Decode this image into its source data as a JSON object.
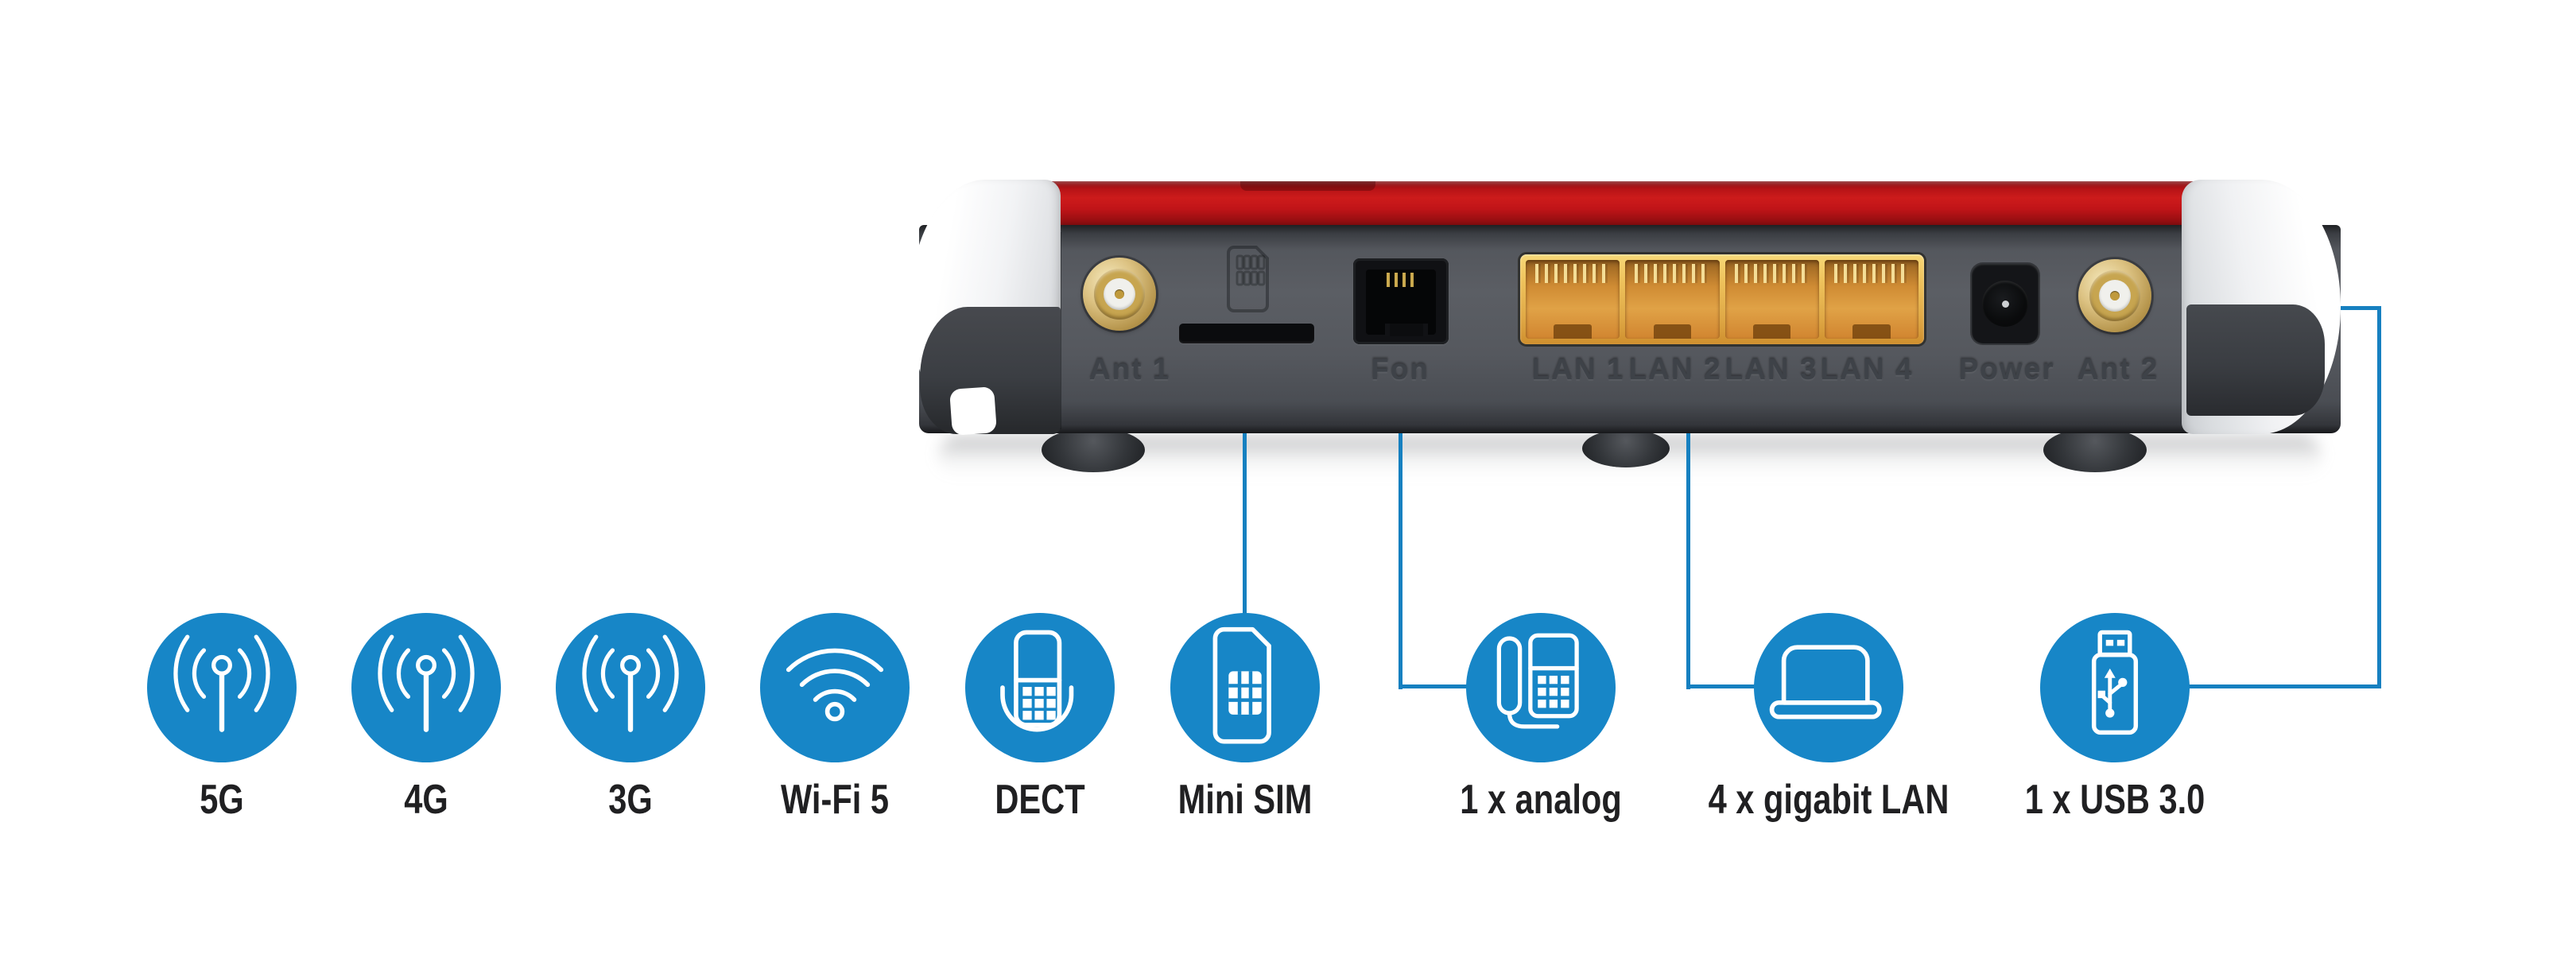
{
  "router": {
    "port_labels": [
      "Ant 1",
      "Fon",
      "LAN 1",
      "LAN 2",
      "LAN 3",
      "LAN 4",
      "Power",
      "Ant 2"
    ]
  },
  "features": [
    {
      "label": "5G",
      "icon": "antenna-signal-icon"
    },
    {
      "label": "4G",
      "icon": "antenna-signal-icon"
    },
    {
      "label": "3G",
      "icon": "antenna-signal-icon"
    },
    {
      "label": "Wi-Fi 5",
      "icon": "wifi-icon"
    },
    {
      "label": "DECT",
      "icon": "cordless-phone-icon"
    },
    {
      "label": "Mini SIM",
      "icon": "sim-card-icon"
    },
    {
      "label": "1 x analog",
      "icon": "desk-phone-icon"
    },
    {
      "label": "4 x gigabit LAN",
      "icon": "laptop-icon"
    },
    {
      "label": "1 x USB 3.0",
      "icon": "usb-stick-icon"
    }
  ],
  "colors": {
    "accent_blue": "#1786C7",
    "line_blue": "#1680C0",
    "brand_red": "#C01418",
    "body_gray": "#55585E",
    "side_gray": "#3C3F44",
    "lan_frame_yellow": "#F0C75F",
    "lan_port_orange": "#DD9A3D",
    "connector_gold": "#D9BE7C",
    "label_text": "#202022",
    "port_label": "#3E4248",
    "cap_white": "#FAFBFC"
  }
}
